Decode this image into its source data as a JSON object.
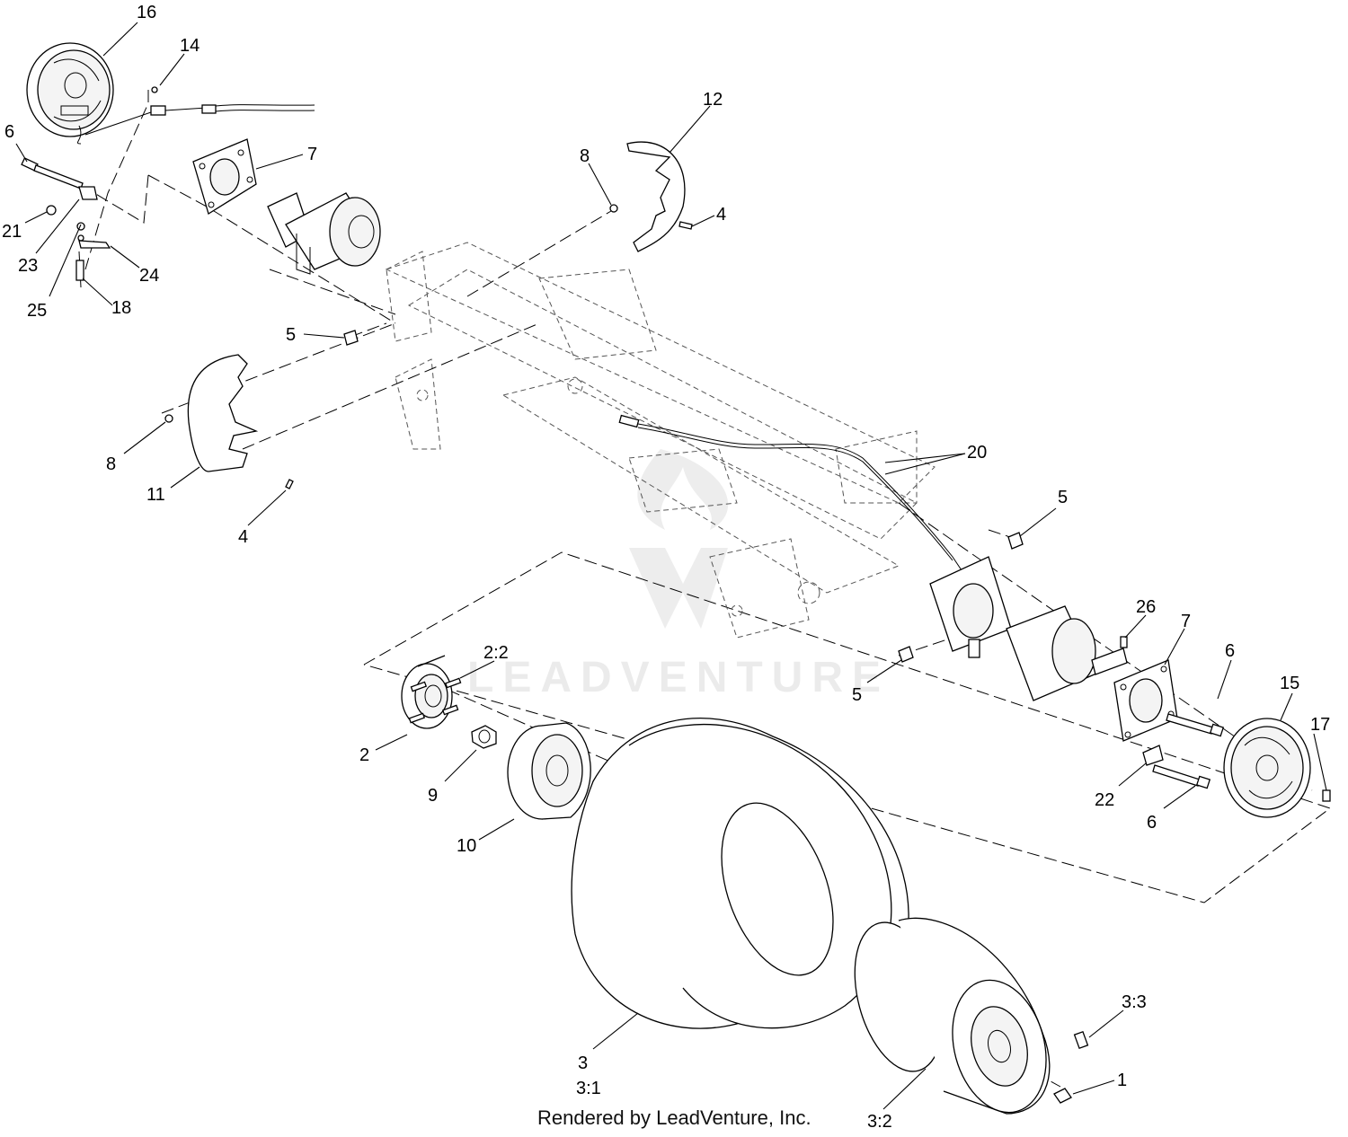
{
  "watermark": "LEADVENTURE",
  "footer": "Rendered by LeadVenture, Inc.",
  "callouts": {
    "c16": "16",
    "c14": "14",
    "c6a": "6",
    "c7a": "7",
    "c8a": "8",
    "c12": "12",
    "c4a": "4",
    "c21": "21",
    "c23": "23",
    "c24": "24",
    "c25": "25",
    "c18": "18",
    "c5a": "5",
    "c8b": "8",
    "c11": "11",
    "c4b": "4",
    "c20": "20",
    "c5b": "5",
    "c26": "26",
    "c7b": "7",
    "c6b": "6",
    "c15": "15",
    "c17": "17",
    "c22": "22",
    "c6c": "6",
    "c5c": "5",
    "c22_": "2:2",
    "c2": "2",
    "c9": "9",
    "c10": "10",
    "c33": "3:3",
    "c1": "1",
    "c3": "3",
    "c31": "3:1",
    "c32": "3:2"
  }
}
